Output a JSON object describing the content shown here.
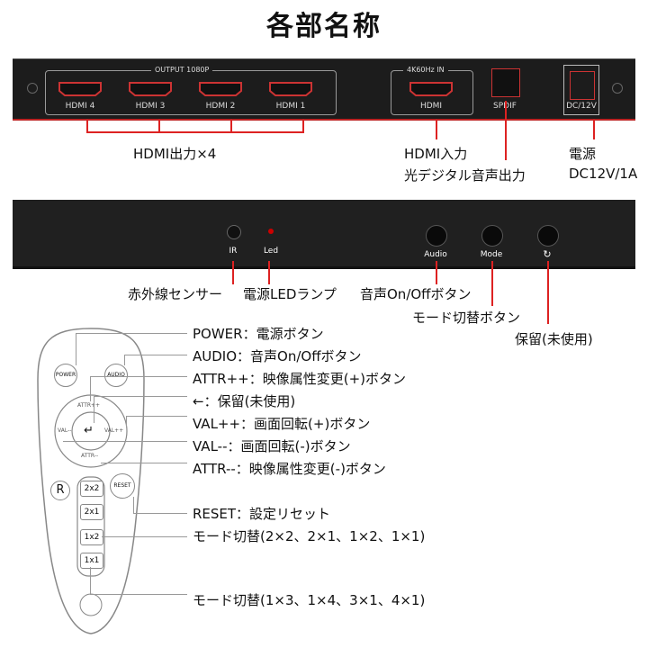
{
  "title": "各部名称",
  "back_panel": {
    "output_group_label": "OUTPUT 1080P",
    "hdmi_outputs": [
      "HDMI 4",
      "HDMI 3",
      "HDMI 2",
      "HDMI 1"
    ],
    "input_group_label": "4K60Hz IN",
    "hdmi_input": "HDMI",
    "spdif": "SPDIF",
    "dc": "DC/12V"
  },
  "back_callouts": {
    "hdmi_out": "HDMI出力×4",
    "hdmi_in": "HDMI入力",
    "optical": "光デジタル音声出力",
    "power": "電源",
    "power_spec": "DC12V/1A"
  },
  "front_panel": {
    "ir": "IR",
    "led": "Led",
    "audio": "Audio",
    "mode": "Mode",
    "reserved_symbol": "↻"
  },
  "front_callouts": {
    "ir": "赤外線センサー",
    "led": "電源LEDランプ",
    "audio": "音声On/Offボタン",
    "mode": "モード切替ボタン",
    "reserved": "保留(未使用)"
  },
  "remote": {
    "power": "POWER",
    "audio": "AUDIO",
    "attr_up": "ATTR++",
    "val_down": "VAL--",
    "val_up": "VAL++",
    "attr_down": "ATTR--",
    "enter": "↵",
    "r_mark": "R",
    "reset": "RESET",
    "modes": [
      "2x2",
      "2x1",
      "1x2",
      "1x1"
    ]
  },
  "remote_callouts": [
    "POWER：電源ボタン",
    "AUDIO：音声On/Offボタン",
    "ATTR++：映像属性変更(+)ボタン",
    "←：保留(未使用)",
    "VAL++：画面回転(+)ボタン",
    "VAL--：画面回転(-)ボタン",
    "ATTR--：映像属性変更(-)ボタン",
    "RESET：設定リセット",
    "モード切替(2×2、2×1、1×2、1×1)",
    "モード切替(1×3、1×4、3×1、4×1)"
  ]
}
